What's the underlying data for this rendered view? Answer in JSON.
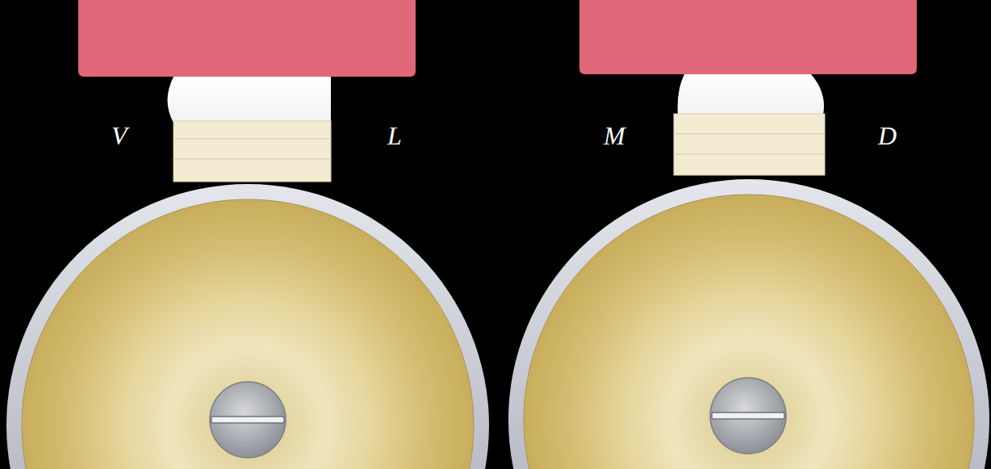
{
  "diagram": {
    "labels": [
      "V",
      "L",
      "M",
      "D"
    ]
  }
}
